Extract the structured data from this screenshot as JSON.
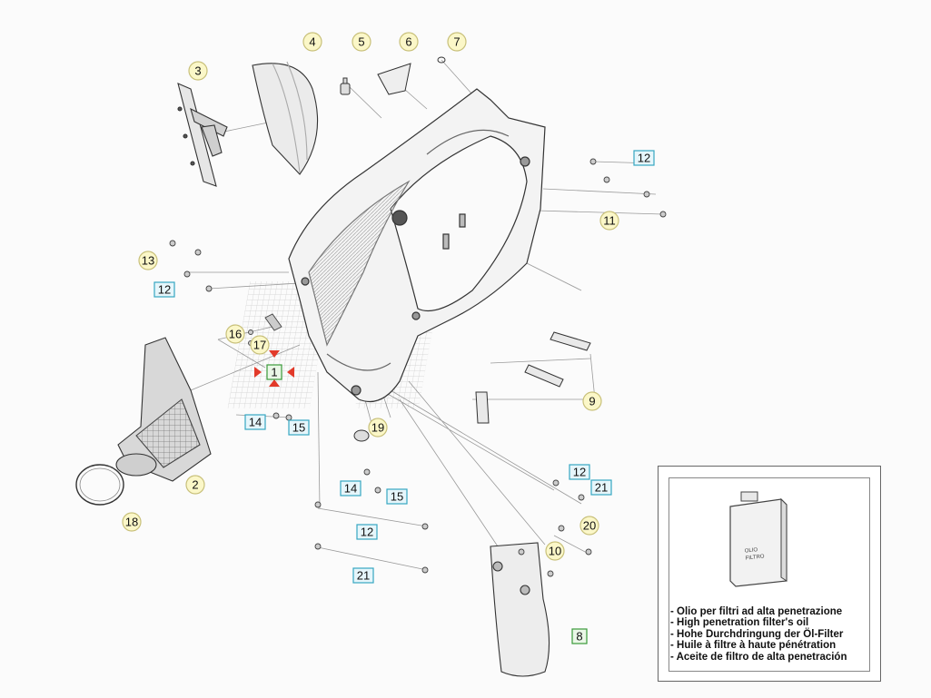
{
  "callouts": [
    {
      "id": "c4",
      "label": "4",
      "style": "yellow"
    },
    {
      "id": "c5",
      "label": "5",
      "style": "yellow"
    },
    {
      "id": "c6",
      "label": "6",
      "style": "yellow"
    },
    {
      "id": "c7",
      "label": "7",
      "style": "yellow"
    },
    {
      "id": "c3",
      "label": "3",
      "style": "yellow"
    },
    {
      "id": "c12a",
      "label": "12",
      "style": "blue"
    },
    {
      "id": "c11",
      "label": "11",
      "style": "yellow"
    },
    {
      "id": "c13",
      "label": "13",
      "style": "yellow"
    },
    {
      "id": "c12b",
      "label": "12",
      "style": "blue"
    },
    {
      "id": "c16",
      "label": "16",
      "style": "yellow"
    },
    {
      "id": "c17",
      "label": "17",
      "style": "yellow"
    },
    {
      "id": "c1",
      "label": "1",
      "style": "green"
    },
    {
      "id": "c14a",
      "label": "14",
      "style": "blue"
    },
    {
      "id": "c15a",
      "label": "15",
      "style": "blue"
    },
    {
      "id": "c19",
      "label": "19",
      "style": "yellow"
    },
    {
      "id": "c9",
      "label": "9",
      "style": "yellow"
    },
    {
      "id": "c2",
      "label": "2",
      "style": "yellow"
    },
    {
      "id": "c18",
      "label": "18",
      "style": "yellow"
    },
    {
      "id": "c14b",
      "label": "14",
      "style": "blue"
    },
    {
      "id": "c15b",
      "label": "15",
      "style": "blue"
    },
    {
      "id": "c12c",
      "label": "12",
      "style": "blue"
    },
    {
      "id": "c12d",
      "label": "12",
      "style": "blue"
    },
    {
      "id": "c21a",
      "label": "21",
      "style": "blue"
    },
    {
      "id": "c20",
      "label": "20",
      "style": "yellow"
    },
    {
      "id": "c10",
      "label": "10",
      "style": "yellow"
    },
    {
      "id": "c21b",
      "label": "21",
      "style": "blue"
    },
    {
      "id": "c8",
      "label": "8",
      "style": "green"
    }
  ],
  "legend": {
    "can_label": "OLIO FILTRO",
    "lines": [
      "- Olio per filtri ad alta penetrazione",
      "- High penetration filter's oil",
      "- Hohe Durchdringung der Öl-Filter",
      "- Huile à filtre à haute pénétration",
      "- Aceite de filtro de alta penetración"
    ]
  },
  "colors": {
    "yellow_fill": "#fbf7c8",
    "yellow_stroke": "#c8c07a",
    "blue_fill": "#e6f6fb",
    "blue_stroke": "#35a7c2",
    "green_fill": "#eaf7e7",
    "green_stroke": "#3a9a3a",
    "line": "#333333",
    "leader": "#999999"
  }
}
